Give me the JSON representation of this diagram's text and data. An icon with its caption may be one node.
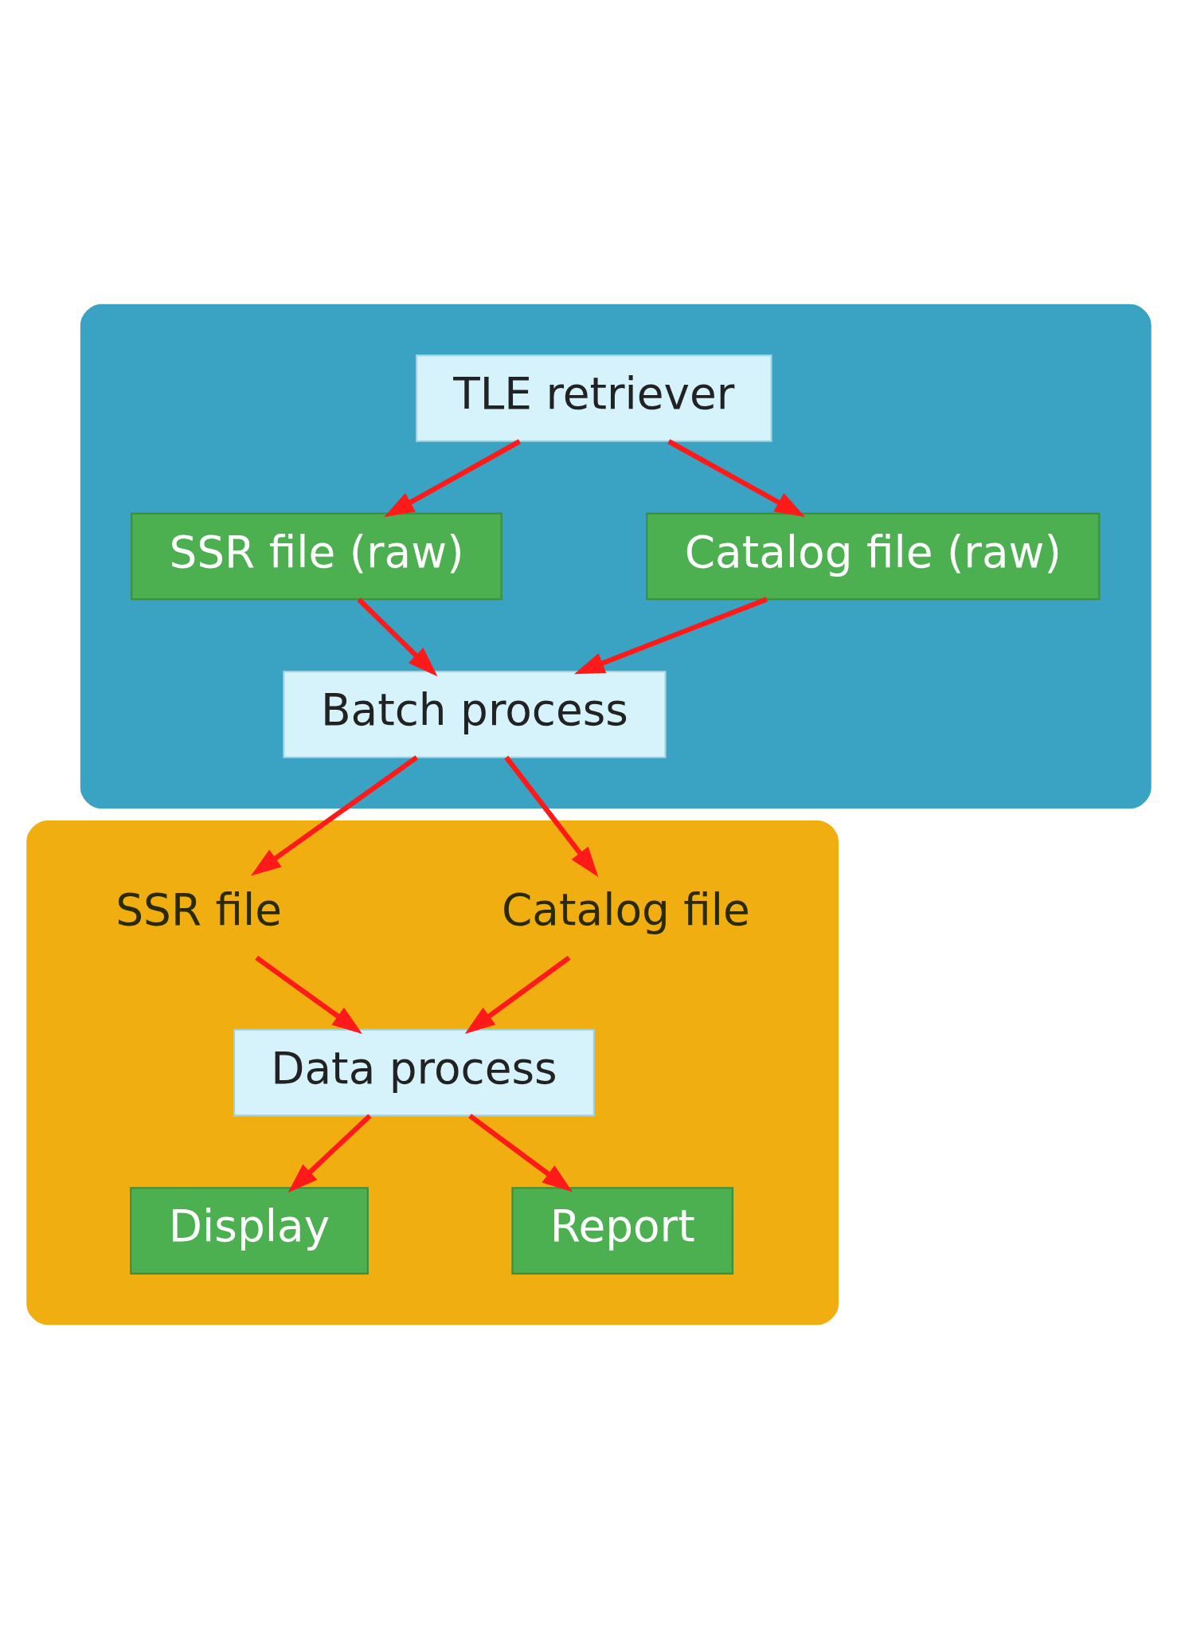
{
  "diagram": {
    "nodes": [
      {
        "text": [],
        "shape": "box"
      },
      {
        "text": [
          "TLE retriever"
        ],
        "in": 0
      },
      {
        "text": [
          "SSR file (raw)"
        ],
        "in": 0
      },
      {
        "text": [
          "Catalog file (raw)"
        ],
        "in": 0
      },
      {
        "text": [
          "Batch process"
        ],
        "in": 0
      },
      {
        "text": [],
        "shape": "box"
      },
      {
        "text": [
          "SSR file"
        ],
        "in": 5
      },
      {
        "text": [
          "Catalog file"
        ],
        "in": 5
      },
      {
        "text": [
          "Data process"
        ],
        "in": 5
      },
      {
        "text": [
          "Display"
        ],
        "in": 5
      },
      {
        "text": [
          "Report"
        ],
        "in": 5
      }
    ],
    "edges": [
      {
        "from": 1,
        "to": 2,
        "arrow": "to"
      },
      {
        "from": 1,
        "to": 3,
        "arrow": "to"
      },
      {
        "from": 2,
        "to": 4,
        "arrow": "to"
      },
      {
        "from": 3,
        "to": 4,
        "arrow": "to"
      },
      {
        "from": 4,
        "to": 6,
        "arrow": "to"
      },
      {
        "from": 4,
        "to": 7,
        "arrow": "to"
      },
      {
        "from": 6,
        "to": 8,
        "arrow": "to"
      },
      {
        "from": 7,
        "to": 8,
        "arrow": "to"
      },
      {
        "from": 8,
        "to": 9,
        "arrow": "to"
      },
      {
        "from": 8,
        "to": 10,
        "arrow": "to"
      }
    ]
  }
}
